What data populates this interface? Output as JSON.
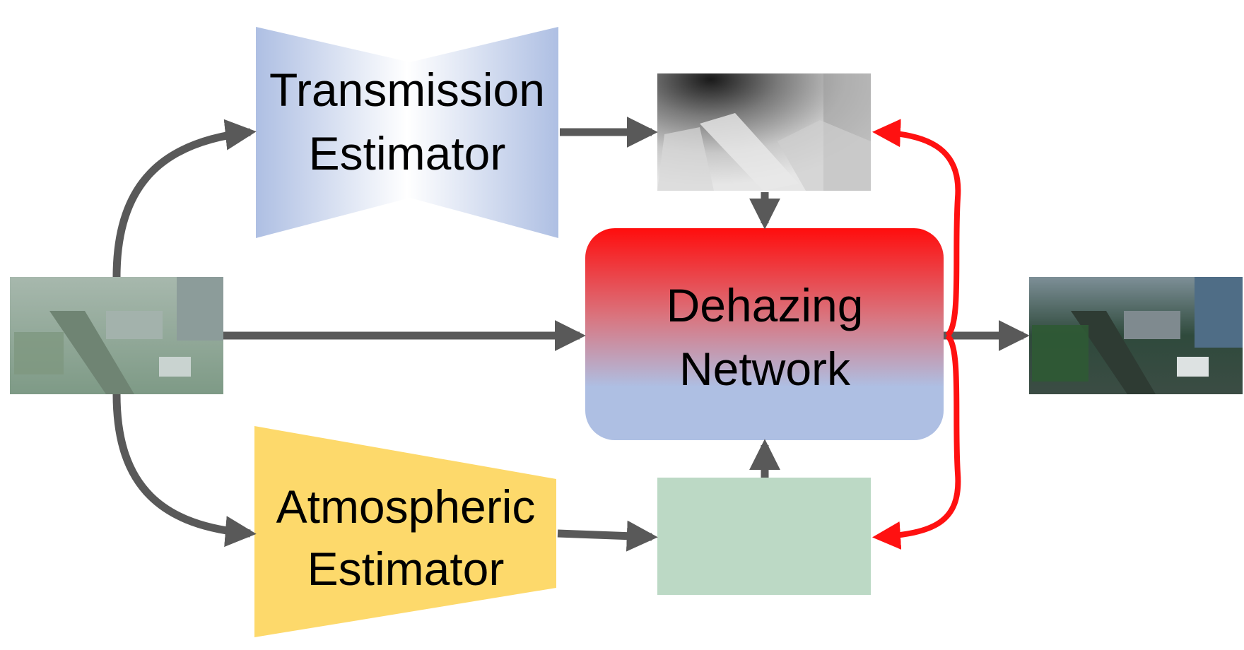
{
  "transmission_estimator": {
    "line1": "Transmission",
    "line2": "Estimator"
  },
  "atmospheric_estimator": {
    "line1": "Atmospheric",
    "line2": "Estimator"
  },
  "dehazing_network": {
    "line1": "Dehazing",
    "line2": "Network"
  },
  "colors": {
    "arrow_gray": "#595959",
    "feedback_red": "#ff1111",
    "transmission_blue": "#aebfe3",
    "atmospheric_yellow": "#fdd96b",
    "atmospheric_map_green": "#bcd9c5",
    "network_top_red": "#ff0d0d",
    "network_bottom_blue": "#aebfe3"
  }
}
